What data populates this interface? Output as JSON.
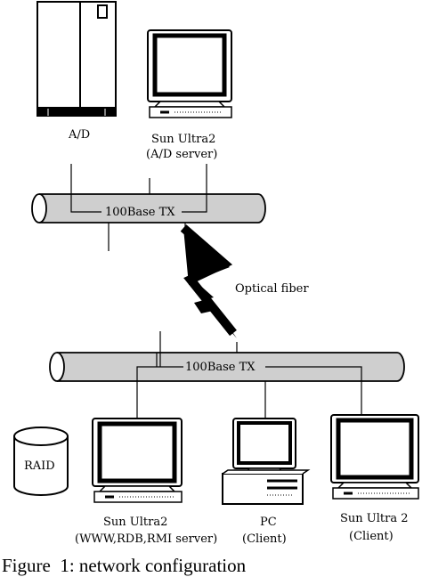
{
  "labels": {
    "ad": "A/D",
    "sun_ultra2_top": "Sun Ultra2",
    "ad_server": "(A/D server)",
    "bus_top": "100Base TX",
    "optical_fiber": "Optical fiber",
    "bus_bottom": "100Base TX",
    "raid": "RAID",
    "sun_ultra2_left": "Sun Ultra2",
    "www_server": "(WWW,RDB,RMI server)",
    "pc": "PC",
    "pc_client": "(Client)",
    "sun_ultra2_right": "Sun Ultra 2",
    "right_client": "(Client)"
  },
  "caption": "Figure  1: network configuration"
}
